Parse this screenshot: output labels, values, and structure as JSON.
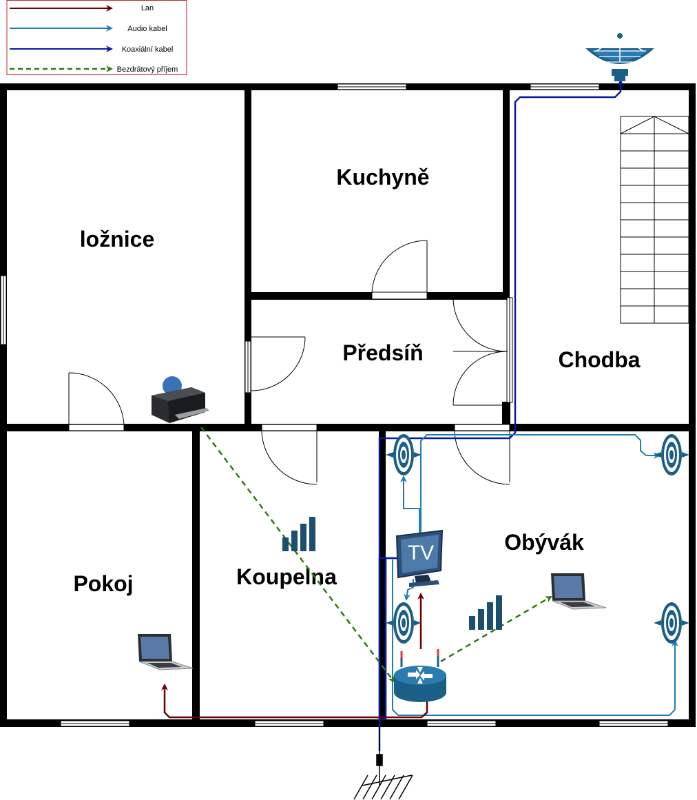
{
  "legend": {
    "items": [
      {
        "label": "Lan",
        "color": "#6b0000",
        "style": "solid"
      },
      {
        "label": "Audio kabel",
        "color": "#1f7fb5",
        "style": "solid"
      },
      {
        "label": "Koaxiální kabel",
        "color": "#0a1aa0",
        "style": "solid"
      },
      {
        "label": "Bezdrátový příjem",
        "color": "#2d7a0e",
        "style": "dashed"
      }
    ],
    "border_color": "#c0262d"
  },
  "rooms": {
    "loznice": "ložnice",
    "kuchyne": "Kuchyně",
    "predsin": "Předsíň",
    "chodba": "Chodba",
    "pokoj": "Pokoj",
    "koupelna": "Koupelna",
    "obyvak": "Obývák"
  },
  "devices": {
    "tv": "TV",
    "icons": [
      "satellite-dish-icon",
      "printer-icon",
      "laptop-icon",
      "router-icon",
      "speaker-icon",
      "signal-bars-icon",
      "antenna-icon"
    ]
  },
  "colors": {
    "wall": "#000000",
    "lan": "#6b0000",
    "audio": "#1f7fb5",
    "coax": "#0a1aa0",
    "wireless": "#2d7a0e",
    "device_blue": "#1b5e86",
    "signal": "#1c4e6e"
  }
}
